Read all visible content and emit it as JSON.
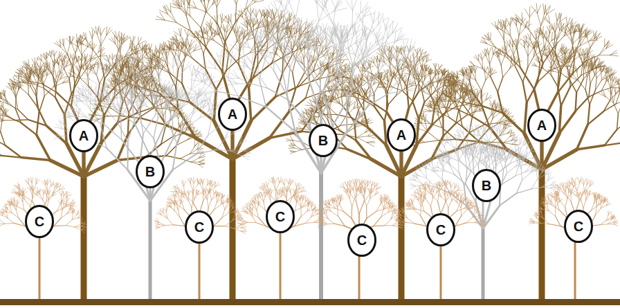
{
  "diagram": {
    "nodes": [
      {
        "text": [
          "C"
        ]
      },
      {
        "text": [
          "A"
        ]
      },
      {
        "text": [
          "B"
        ]
      },
      {
        "text": [
          "C"
        ]
      },
      {
        "text": [
          "A"
        ]
      },
      {
        "text": [
          "C"
        ]
      },
      {
        "text": [
          "B"
        ]
      },
      {
        "text": [
          "C"
        ]
      },
      {
        "text": [
          "A"
        ]
      },
      {
        "text": [
          "C"
        ]
      },
      {
        "text": [
          "B"
        ]
      },
      {
        "text": [
          "A"
        ]
      },
      {
        "text": [
          "C"
        ]
      }
    ]
  }
}
